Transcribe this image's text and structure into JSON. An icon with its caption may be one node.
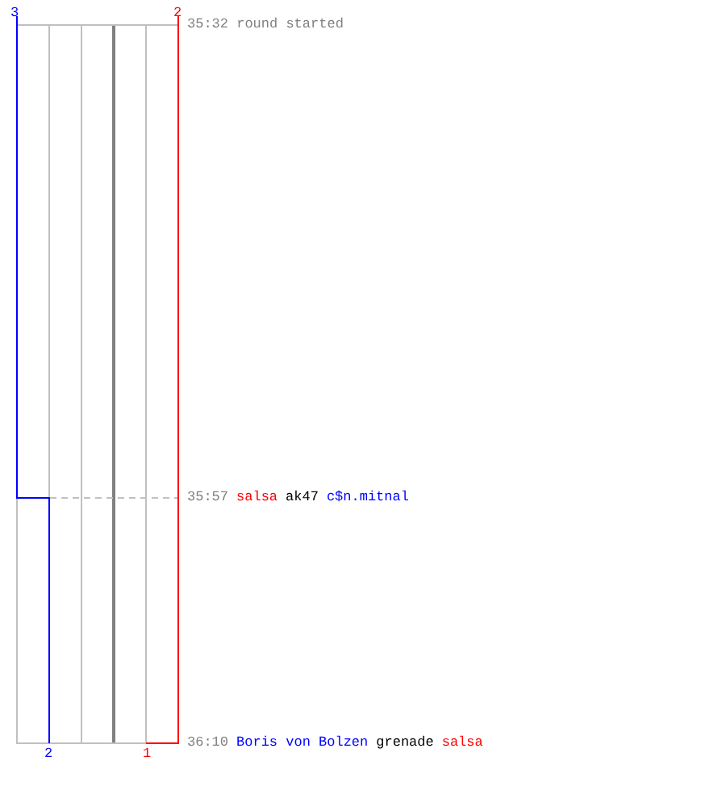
{
  "diagram": {
    "labels": [
      "3",
      "2",
      "35:32 round started",
      "35:57",
      "salsa",
      "ak47",
      "c$n.mitnal",
      "2",
      "1",
      "36:10",
      "Boris von Bolzen",
      "grenade",
      "salsa"
    ]
  }
}
